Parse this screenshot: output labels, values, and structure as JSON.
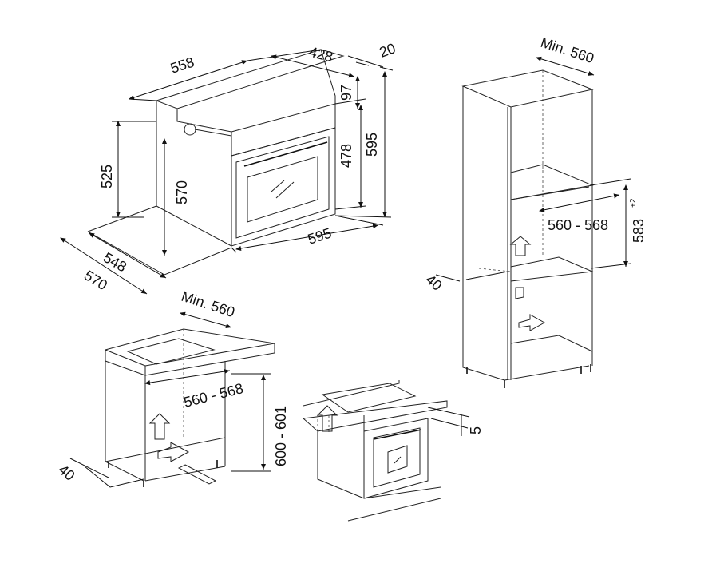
{
  "oven_dimensions": {
    "width_top": "558",
    "depth_top": "428",
    "panel_offset": "20",
    "panel_height": "97",
    "height_front": "595",
    "door_height": "478",
    "side_height": "525",
    "body_height": "570",
    "front_width": "595",
    "depth_inner": "548",
    "depth_total": "570"
  },
  "tall_cabinet": {
    "min_width": "Min. 560",
    "niche_width": "560 - 568",
    "niche_height": "583",
    "niche_height_tolerance": "+2",
    "vent_gap": "40"
  },
  "under_counter": {
    "min_width": "Min. 560",
    "niche_width": "560 - 568",
    "niche_height": "600 - 601",
    "vent_gap": "40"
  },
  "hob_install": {
    "gap": "5"
  },
  "colors": {
    "line": "#111111",
    "background": "#ffffff"
  }
}
